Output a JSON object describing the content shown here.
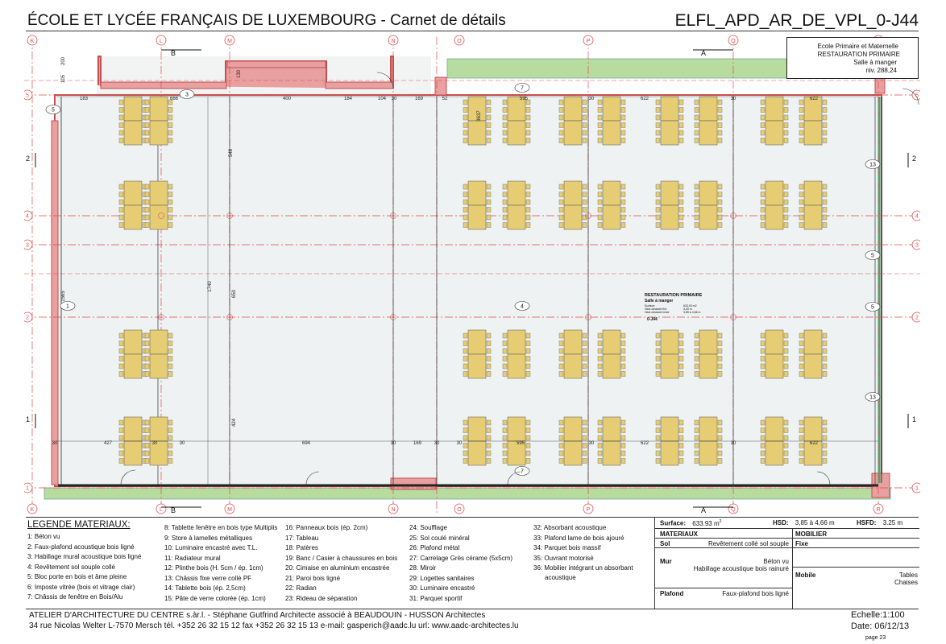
{
  "header": {
    "title": "ÉCOLE ET LYCÉE FRANÇAIS DE LUXEMBOURG - Carnet de détails",
    "code": "ELFL_APD_AR_DE_VPL_0-J44"
  },
  "room_box": {
    "line1": "Ecole Primaire et Maternelle",
    "line2": "RESTAURATION PRIMAIRE",
    "line3": "Salle à manger",
    "line4": "niv. 288,24"
  },
  "plan": {
    "grid_top": [
      "K",
      "L",
      "M",
      "N",
      "O",
      "P",
      "Q",
      "R"
    ],
    "grid_side": [
      "5",
      "4",
      "3",
      "2",
      "1"
    ],
    "section_marks": [
      "B",
      "A",
      "B",
      "A"
    ],
    "side_marks": [
      "2",
      "1",
      "2",
      "1"
    ],
    "top_dims": [
      "183",
      "666",
      "400",
      "184",
      "104",
      "30",
      "169",
      "52",
      "595",
      "30",
      "622",
      "30",
      "622"
    ],
    "bottom_dims": [
      "30",
      "427",
      "30",
      "30",
      "694",
      "30",
      "169",
      "30",
      "30",
      "595",
      "30",
      "622",
      "30",
      "622"
    ],
    "vert_dims": [
      "200",
      "105",
      "130",
      "548",
      "650",
      "424",
      "1740",
      "1565",
      "3637"
    ],
    "tags": [
      "3",
      "5",
      "7",
      "7",
      "13",
      "13",
      "5",
      "5",
      "1",
      "4"
    ],
    "room_label": {
      "title": "RESTAURATION PRIMAIRE",
      "subtitle": "Salle à manger",
      "surface_label": "Surface:",
      "surface_value": "633,93 m2",
      "hsd_label": "Haut obstacle fini:",
      "hsd_value": "3,25 m",
      "hsfd_label": "Haut obstacle brute:",
      "hsfd_value": "3,85 à 4,66 m",
      "code": "0-J44"
    }
  },
  "legend": {
    "title": "LEGENDE MATERIAUX:",
    "col1": [
      "1:  Béton vu",
      "2: Faux-plafond acoustique bois ligné",
      "3: Habillage mural acoustique bois ligné",
      "4: Revêtement sol souple collé",
      "5: Bloc porte en bois et âme pleine",
      "6: Imposte vitrée (bois et vitrage clair)",
      "7: Châssis de fenêtre en Bois/Alu"
    ],
    "col2": [
      "8: Tablette fenêtre en bois type Multiplis",
      "9: Store à lamelles métalliques",
      "10: Luminaire encastré avec T.L.",
      "11: Radiateur mural",
      "12: Plinthe bois  (H. 5cm / ép. 1cm)",
      "13: Châssis fixe verre collé PF",
      "14: Tablette bois (ép. 2,5cm)",
      "15: Pâte de verre colorée (ép. 1cm)"
    ],
    "col3": [
      "16: Panneaux bois (ép. 2cm)",
      "17: Tableau",
      "18: Patères",
      "19: Banc / Casier à chaussures en bois",
      "20: Cimaise en aluminium encastrée",
      "21: Paroi bois ligné",
      "22: Radian",
      "23: Rideau de séparation"
    ],
    "col4": [
      "24: Soufflage",
      "25: Sol coulé minéral",
      "26: Plafond métal",
      "27: Carrelage Grès cérame (5x5cm)",
      "28: Miroir",
      "29: Logettes sanitaires",
      "30: Luminaire encastré",
      "31: Parquet sportif"
    ],
    "col5": [
      "32: Absorbant acoustique",
      "33: Plafond lame de bois ajouré",
      "34: Parquet bois massif",
      "35: Ouvrant motorisé",
      "36: Mobilier intégrant un absorbant",
      "acoustique"
    ]
  },
  "summary": {
    "surface_label": "Surface:",
    "surface_value": "633.93 m",
    "surface_unit": "2",
    "hsd_label": "HSD:",
    "hsd_value": "3,85 à 4,66 m",
    "hsfd_label": "HSFD:",
    "hsfd_value": "3.25 m",
    "materiaux_header": "MATERIAUX",
    "mobilier_header": "MOBILIER",
    "sol_label": "Sol",
    "sol_value": "Revêtement collé sol souple",
    "fixe_label": "Fixe",
    "mur_label": "Mur",
    "mur_value1": "Béton vu",
    "mur_value2": "Habillage acoustique bois rainuré",
    "mobile_label": "Mobile",
    "mobile_value1": "Tables",
    "mobile_value2": "Chaises",
    "plafond_label": "Plafond",
    "plafond_value": "Faux-plafond bois ligné"
  },
  "footer": {
    "firm": "ATELIER D'ARCHITECTURE DU CENTRE s.àr.l. - Stéphane Gutfrind Architecte associé à BEAUDOUIN - HUSSON Architectes",
    "address": "34 rue Nicolas Welter   L-7570 Mersch   tél. +352 26 32 15 12   fax +352 26 32 15 13   e-mail: gasperich@aadc.lu   url: www.aadc-architectes.lu",
    "scale": "Echelle:1:100",
    "date": "Date: 06/12/13",
    "page": "page 23"
  },
  "colors": {
    "grid_red": "#e04a4a",
    "wall_pink": "#e8a0a0",
    "table_yellow": "#e6cd74",
    "green_strip": "#b8dca0",
    "floor_grey": "#eef2f2"
  }
}
